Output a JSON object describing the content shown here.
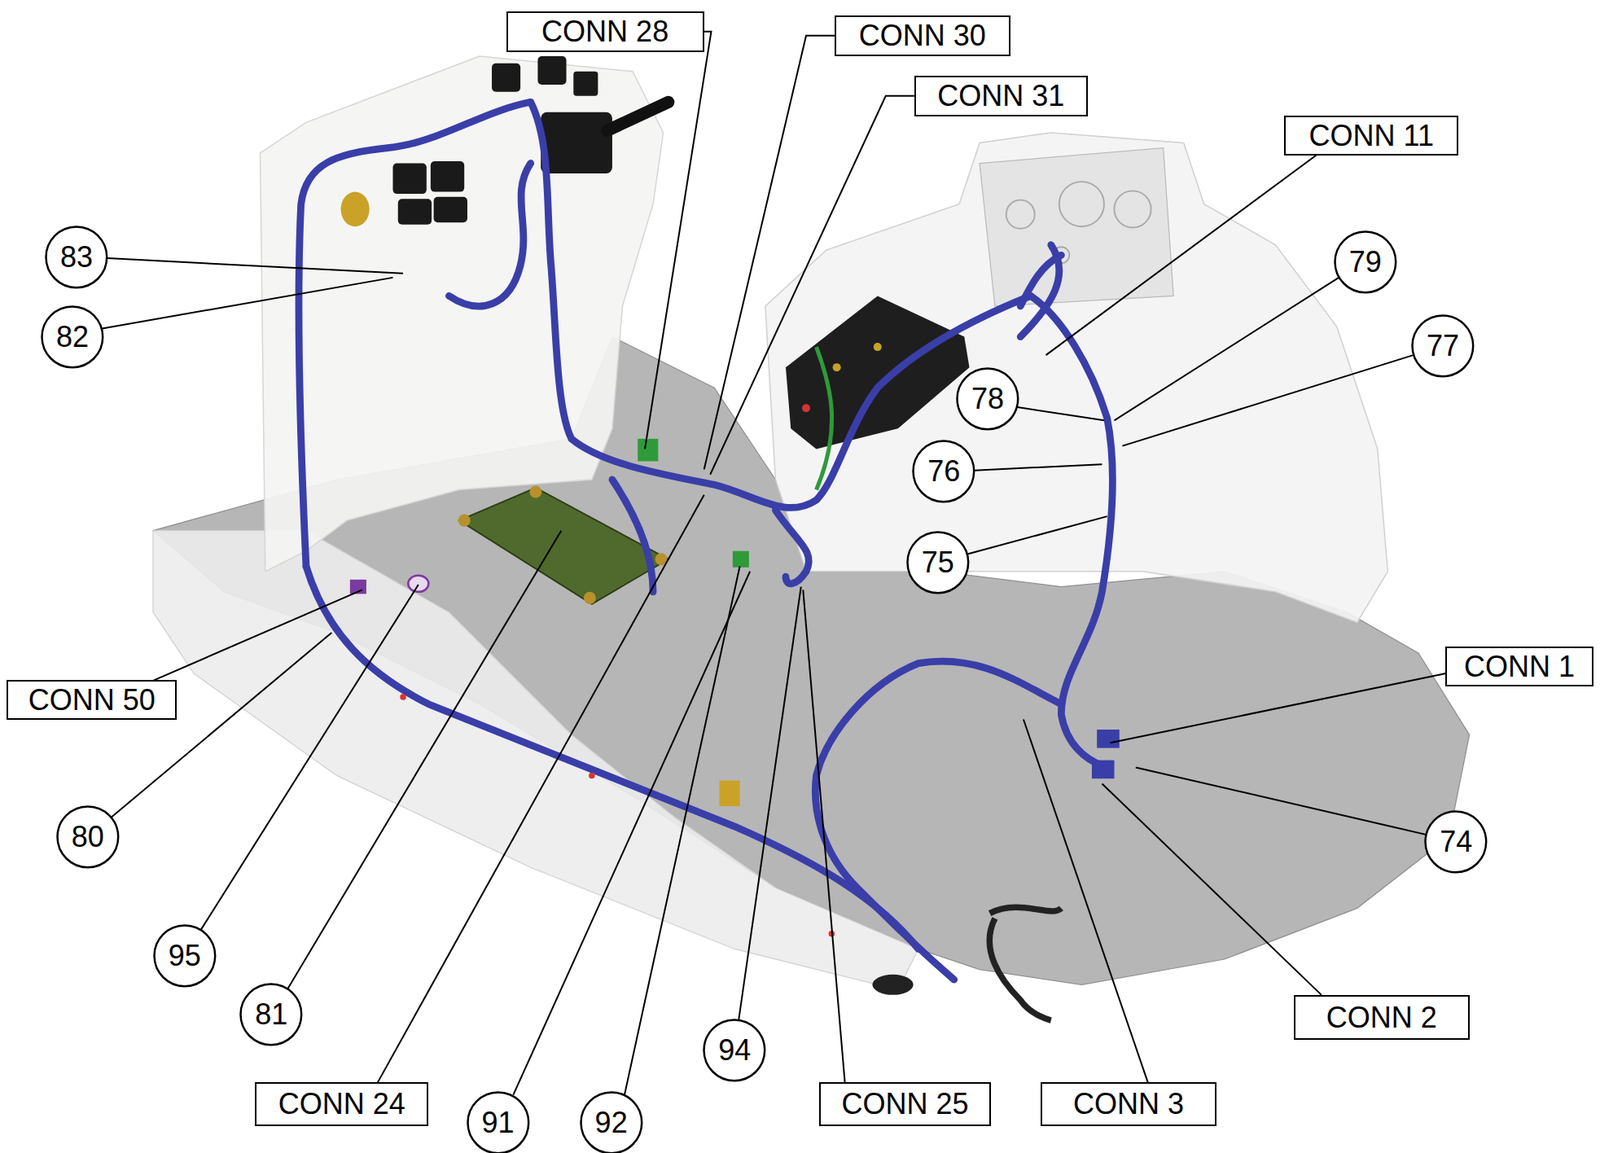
{
  "diagram": {
    "nodes": [
      {
        "text": [
          "CONN 28"
        ]
      },
      {
        "text": [
          "CONN 30"
        ]
      },
      {
        "text": [
          "CONN 31"
        ]
      },
      {
        "text": [
          "CONN 11"
        ]
      },
      {
        "text": [
          "83"
        ]
      },
      {
        "text": [
          "79"
        ]
      },
      {
        "text": [
          "77"
        ]
      },
      {
        "text": [
          "82"
        ]
      },
      {
        "text": [
          "78"
        ]
      },
      {
        "text": [
          "76"
        ]
      },
      {
        "text": [
          "75"
        ]
      },
      {
        "text": [
          "CONN 1"
        ]
      },
      {
        "text": [
          "CONN 50"
        ]
      },
      {
        "text": [
          "80"
        ]
      },
      {
        "text": [
          "74"
        ]
      },
      {
        "text": [
          "95"
        ]
      },
      {
        "text": [
          "81"
        ]
      },
      {
        "text": [
          "CONN 2"
        ]
      },
      {
        "text": [
          "94"
        ]
      },
      {
        "text": [
          "CONN 24"
        ]
      },
      {
        "text": [
          "91"
        ]
      },
      {
        "text": [
          "92"
        ]
      },
      {
        "text": [
          "CONN 25"
        ]
      },
      {
        "text": [
          "CONN 3"
        ]
      }
    ]
  }
}
